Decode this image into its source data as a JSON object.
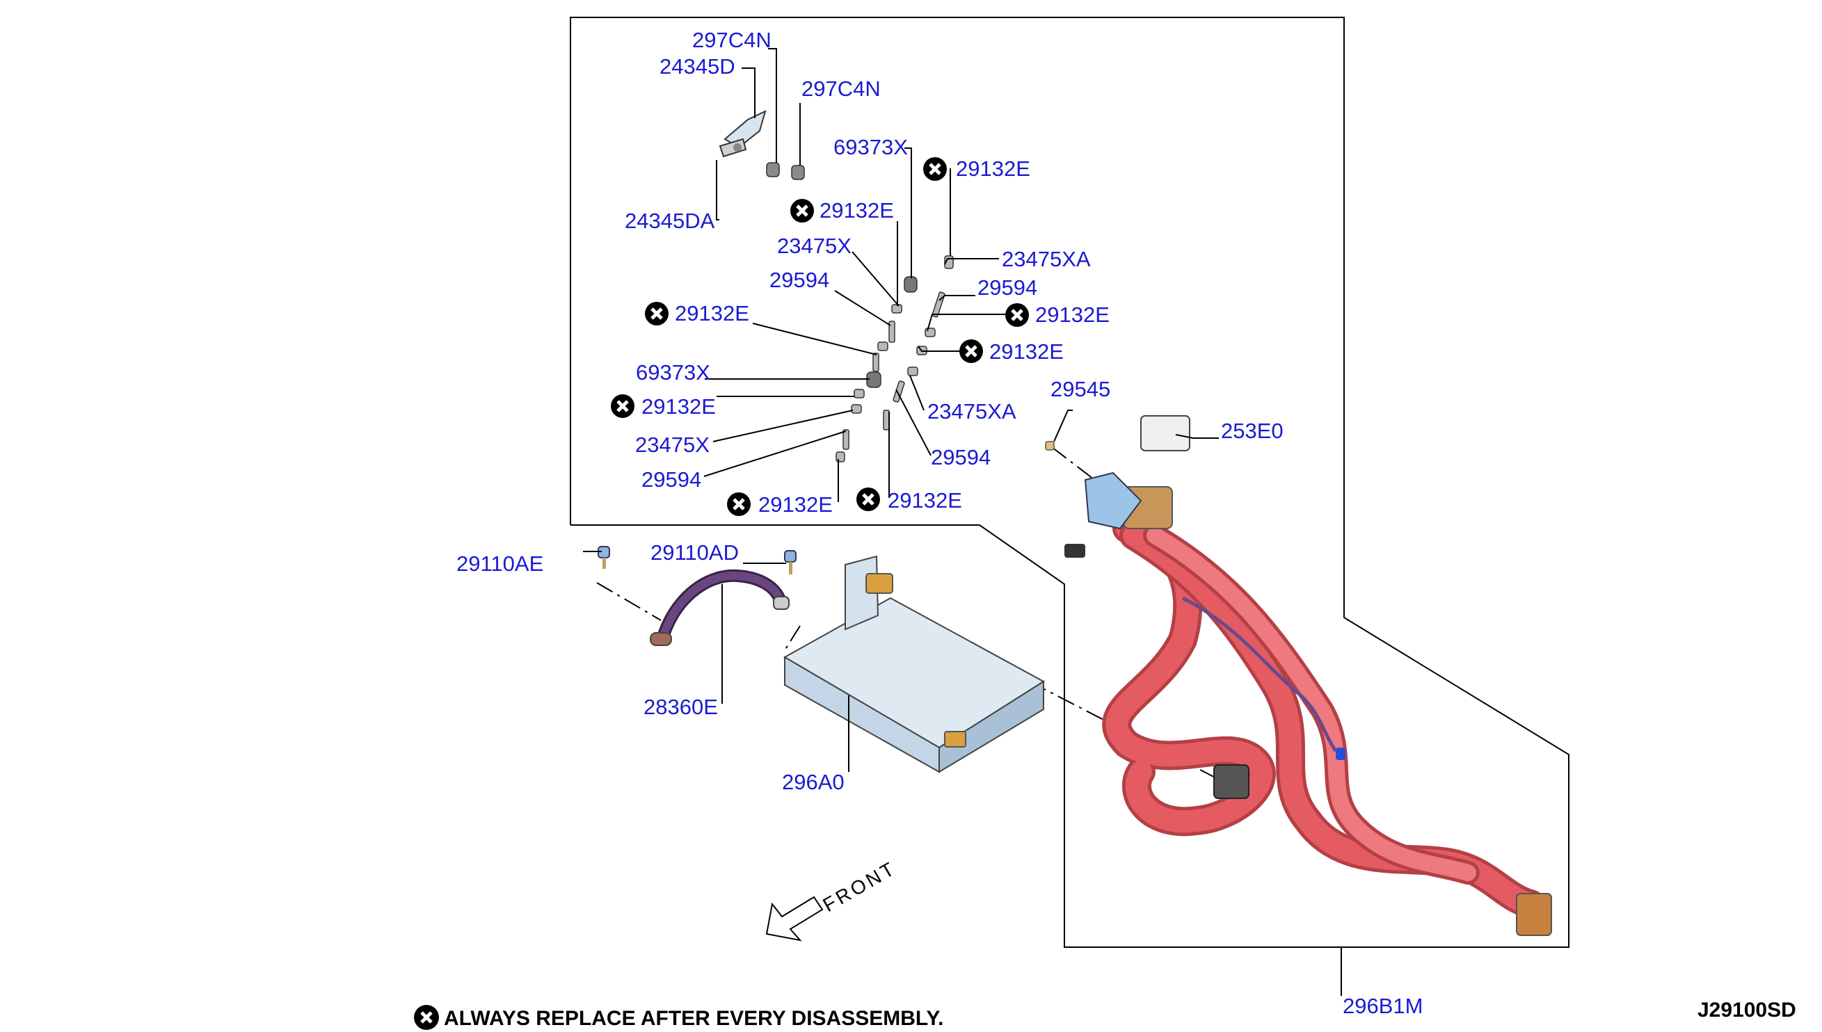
{
  "callouts": {
    "c297c4n_a": "297C4N",
    "c24345d": "24345D",
    "c297c4n_b": "297C4N",
    "c69373x_a": "69373X",
    "c29132e_a": "29132E",
    "c24345da": "24345DA",
    "c29132e_b": "29132E",
    "c23475x_a": "23475X",
    "c23475xa_a": "23475XA",
    "c29594_a": "29594",
    "c29594_b": "29594",
    "c29132e_c": "29132E",
    "c29132e_d": "29132E",
    "c29132e_e": "29132E",
    "c69373x_b": "69373X",
    "c29545": "29545",
    "c29132e_f": "29132E",
    "c23475xa_b": "23475XA",
    "c253e0": "253E0",
    "c23475x_b": "23475X",
    "c29594_c": "29594",
    "c29594_d": "29594",
    "c29132e_g": "29132E",
    "c29132e_h": "29132E",
    "c29110ae": "29110AE",
    "c29110ad": "29110AD",
    "c28360e": "28360E",
    "c296a0": "296A0",
    "c296b1m": "296B1M"
  },
  "front_label": "FRONT",
  "note_text": "ALWAYS REPLACE AFTER EVERY DISASSEMBLY.",
  "diagram_code": "J29100SD",
  "colors": {
    "callout_text": "#1a1ad2",
    "cable": "#e0555a",
    "connector": "#d9a040",
    "bracket": "#8fb8de",
    "hose": "#5a3a6a"
  }
}
